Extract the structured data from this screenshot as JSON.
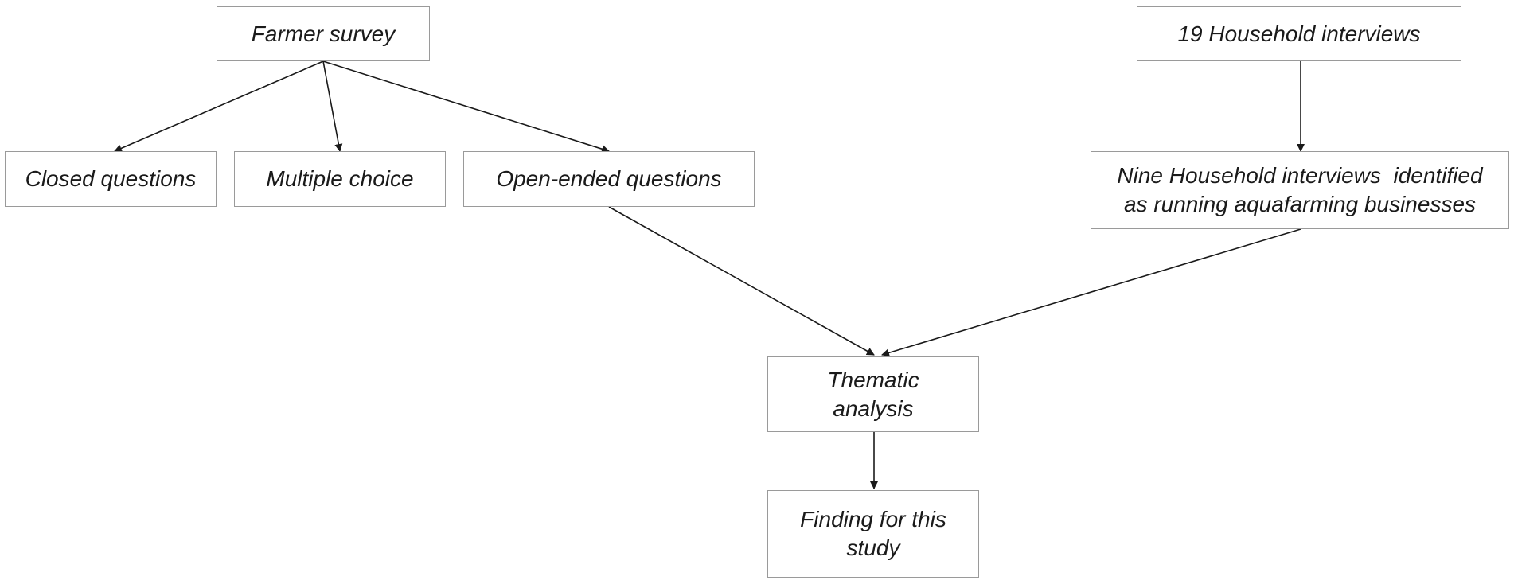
{
  "nodes": {
    "farmer_survey": "Farmer survey",
    "closed_questions": "Closed questions",
    "multiple_choice": "Multiple choice",
    "open_ended": "Open-ended questions",
    "household_interviews": "19 Household interviews",
    "nine_interviews_line1": "Nine Household interviews  identified",
    "nine_interviews_line2": "as running aquafarming businesses",
    "thematic_line1": "Thematic",
    "thematic_line2": "analysis",
    "finding_line1": "Finding for this",
    "finding_line2": "study"
  },
  "colors": {
    "box_border": "#9a9a9a",
    "arrow": "#1a1a1a",
    "text": "#1a1a1a"
  }
}
